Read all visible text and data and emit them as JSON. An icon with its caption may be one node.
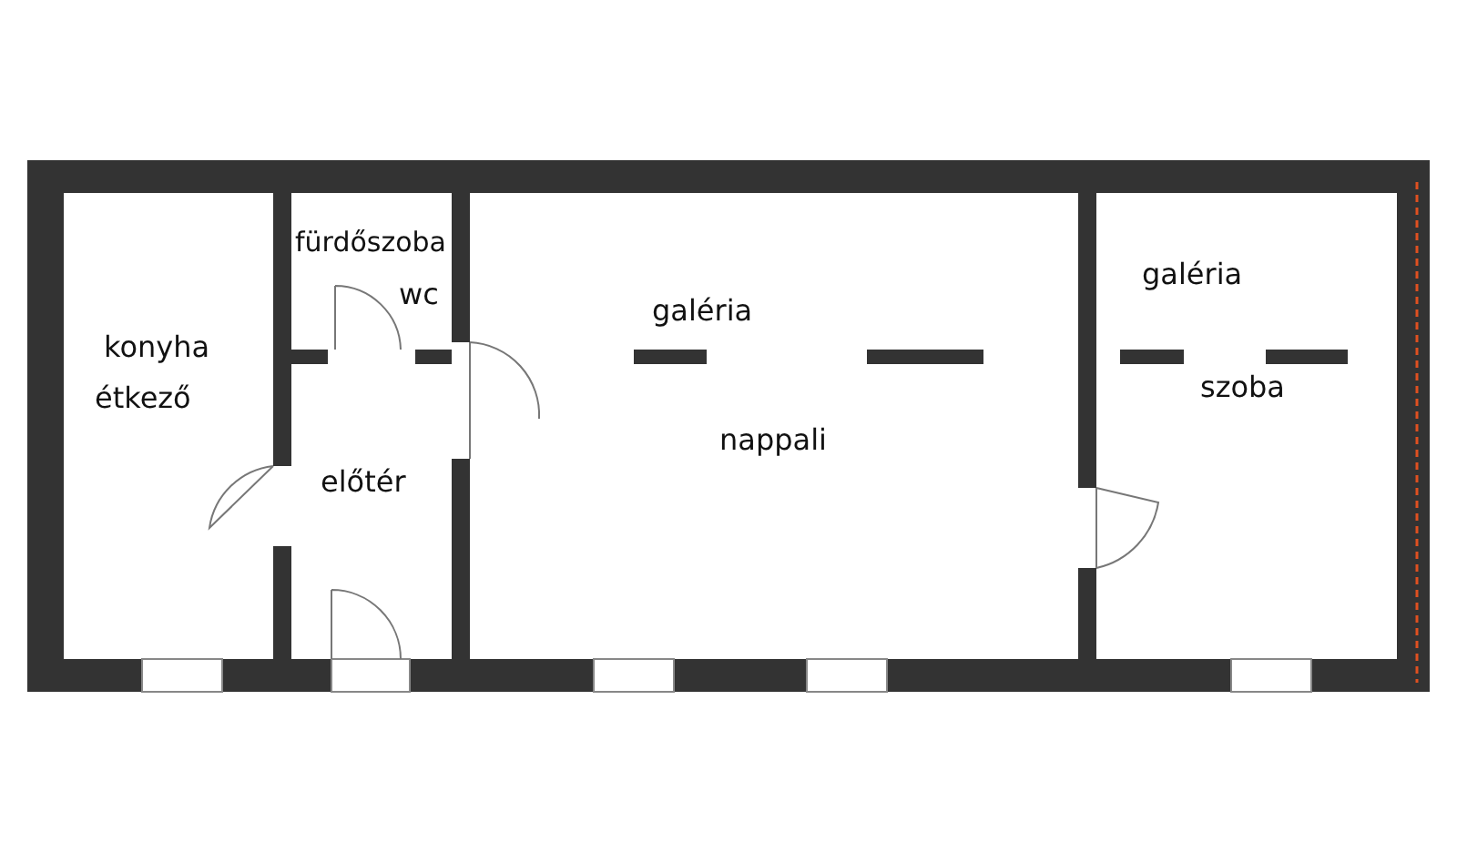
{
  "diagram": {
    "labels": [
      "fürdőszoba",
      "wc",
      "konyha",
      "étkező",
      "galéria",
      "előtér",
      "nappali",
      "galéria",
      "szoba"
    ]
  }
}
